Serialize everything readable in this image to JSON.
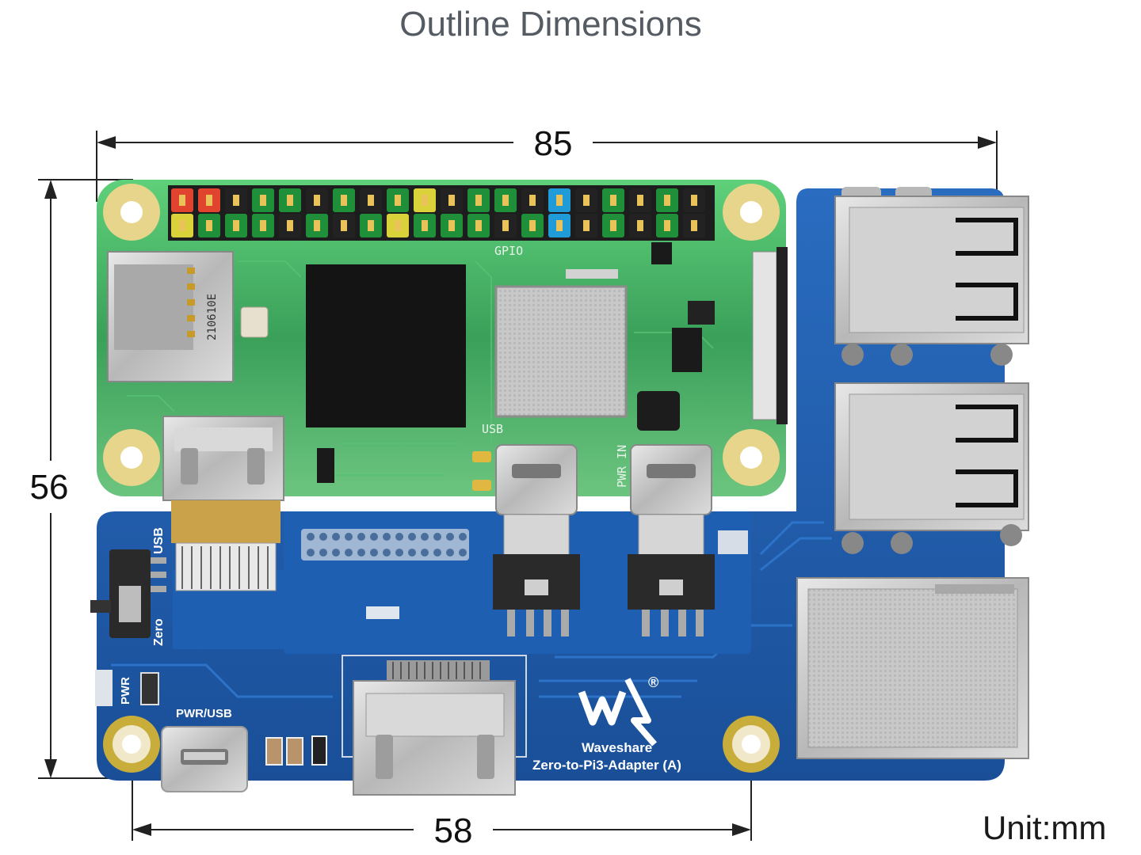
{
  "title": "Outline Dimensions",
  "unit_label": "Unit:mm",
  "dimensions": {
    "width": "85",
    "height": "56",
    "hole_spacing": "58"
  },
  "pi_zero_labels": {
    "gpio": "GPIO",
    "usb": "USB",
    "pwr_in": "PWR IN",
    "sd_marking": "210610E"
  },
  "adapter_labels": {
    "usb_switch_top": "USB",
    "usb_switch_bottom": "Zero",
    "pwr": "PWR",
    "pwr_usb": "PWR/USB",
    "brand": "Waveshare",
    "model": "Zero-to-Pi3-Adapter (A)",
    "registered": "®"
  },
  "colors": {
    "pi_board": "#3aa05a",
    "adapter_board": "#1e5aa8",
    "hole_ring": "#e6d58a",
    "chip": "#141414",
    "metal": "#c9c9c9"
  }
}
